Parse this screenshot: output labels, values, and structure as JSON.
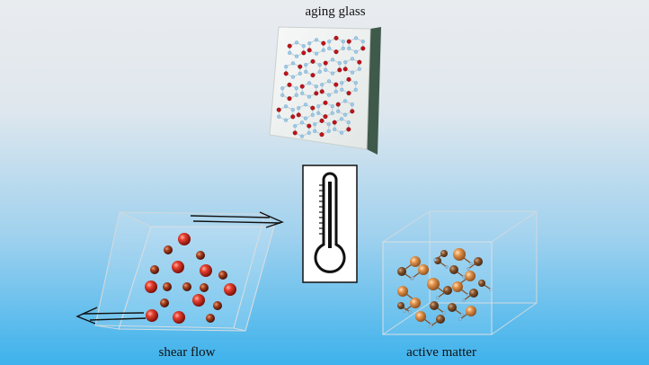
{
  "labels": {
    "aging_glass": "aging glass",
    "shear_flow": "shear flow",
    "active_matter": "active matter"
  },
  "colors": {
    "red_particle": "#d7261e",
    "dark_red_particle": "#8a1410",
    "glass_node_red": "#c0121a",
    "glass_node_blue": "#9fcbe8",
    "active_particle": "#d98a3c",
    "active_tail": "#7a3f12",
    "thermometer_outline": "#111111"
  },
  "icons": {
    "thermometer": "thermometer-icon",
    "arrow_right": "shear-arrow-right-icon",
    "arrow_left": "shear-arrow-left-icon"
  }
}
